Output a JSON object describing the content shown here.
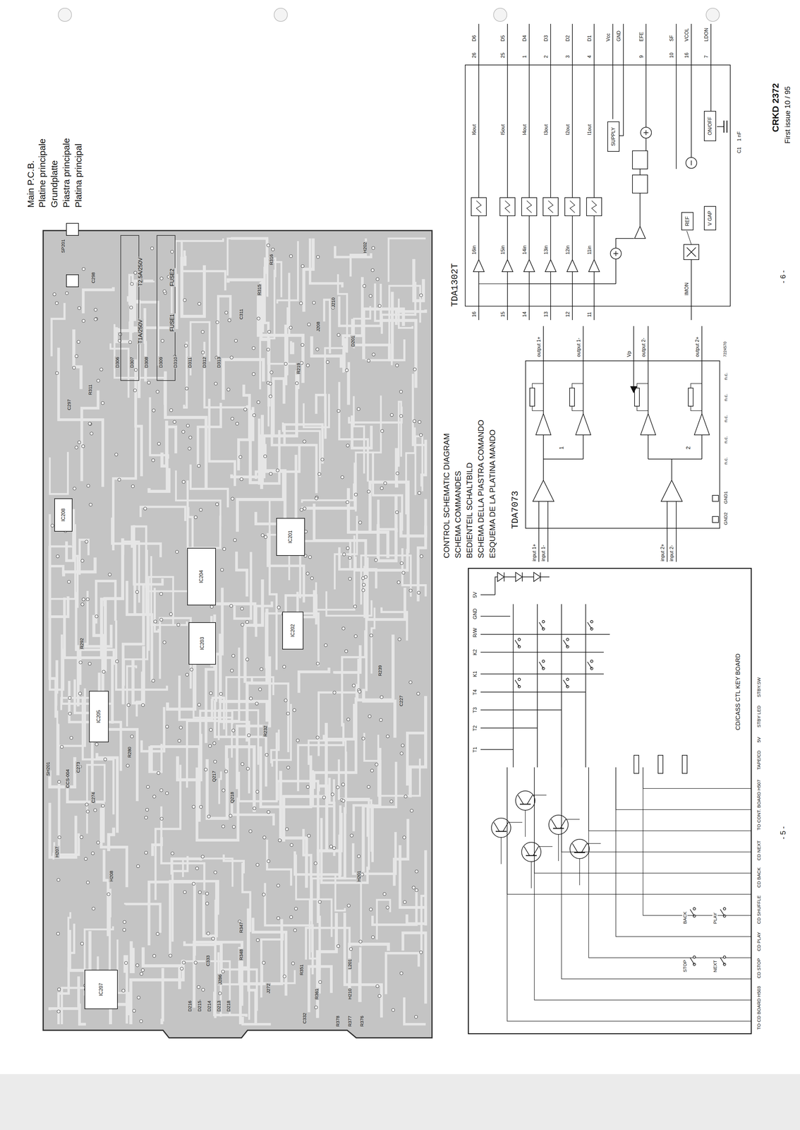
{
  "diagram": {
    "nodes": [
      {
        "text": [
          "IC201"
        ]
      },
      {
        "text": [
          "IC202"
        ]
      },
      {
        "text": [
          "IC203"
        ]
      },
      {
        "text": [
          "IC204"
        ]
      },
      {
        "text": [
          "IC205"
        ]
      },
      {
        "text": [
          "IC207"
        ]
      },
      {
        "text": [
          "IC208"
        ]
      },
      {
        "text": [
          "CD/CASS CTL KEY BOARD"
        ]
      },
      {
        "text": [
          "TDA7073"
        ]
      },
      {
        "text": [
          "TDA1302T"
        ]
      },
      {
        "text": [
          "SUPPLY"
        ],
        "in": 9
      },
      {
        "text": [
          "ON/OFF"
        ],
        "in": 9
      },
      {
        "text": [
          "REF"
        ],
        "in": 9
      },
      {
        "text": [
          "V GAP"
        ],
        "in": 9
      }
    ],
    "labels": [
      "Main P.C.B.",
      "Platine principale",
      "Grundplatte",
      "Piastra principale",
      "Platina principal",
      "CONTROL SCHEMATIC DIAGRAM",
      "SCHEMA COMMANDES",
      "BEDIENTEIL SCHALTBILD",
      "SCHEMA DELLA PIASTRA COMANDO",
      "ESQUEMA DE LA PLATINA MANDO",
      "- 5 -",
      "- 6 -",
      "CRKD 2372",
      "First issue 10 / 95",
      "T1A/250V",
      "T2.5A/250V",
      "FUSE1",
      "FUSE2",
      "SP201",
      "C298",
      "R311",
      "C297",
      "D306",
      "D307",
      "D308",
      "D309",
      "D310",
      "D311",
      "D312",
      "D313",
      "R316",
      "R315",
      "C311",
      "J210",
      "J208",
      "D201",
      "R219",
      "H202",
      "R292",
      "R280",
      "C273",
      "C274",
      "Q217",
      "Q218",
      "R232",
      "R239",
      "C227",
      "J286",
      "R348",
      "R347",
      "C333",
      "D216",
      "D215",
      "D214",
      "D213",
      "D218",
      "R378",
      "R377",
      "R376",
      "J272",
      "R351",
      "R361",
      "C332",
      "H201",
      "H207",
      "H208",
      "H210",
      "L201",
      "CCS-004",
      "SH201",
      "16",
      "15",
      "14",
      "13",
      "12",
      "11",
      "16in",
      "15in",
      "14in",
      "13in",
      "12in",
      "11in",
      "I6out",
      "I5out",
      "I4out",
      "I3out",
      "I2out",
      "I1out",
      "26",
      "25",
      "1",
      "2",
      "3",
      "4",
      "D6",
      "D5",
      "D4",
      "D3",
      "D2",
      "D1",
      "Vcc",
      "GND",
      "EFE",
      "9",
      "SF",
      "10",
      "VCOL",
      "16",
      "LDON",
      "7",
      "IMON",
      "C1",
      "1 nF",
      "input 1+",
      "input 1-",
      "input 2+",
      "input 2-",
      "output 1+",
      "output 1-",
      "Vp",
      "output 2-",
      "output 2+",
      "7224570",
      "GND2",
      "GND1",
      "n.c.",
      "n.c.",
      "n.c.",
      "n.c.",
      "n.c.",
      "1",
      "2",
      "5V",
      "GND",
      "R/W",
      "K2",
      "K1",
      "T4",
      "T3",
      "T2",
      "T1",
      "TO CD BOARD H503",
      "CD STOP",
      "CD PLAY",
      "CD SHUFFLE",
      "CD BACK",
      "CD NEXT",
      "TO CONT. BOARD H507",
      "TAPE/CD",
      "5V",
      "STBY LED",
      "STBY.SW",
      "STOP",
      "BACK",
      "NEXT",
      "PLAY"
    ]
  }
}
